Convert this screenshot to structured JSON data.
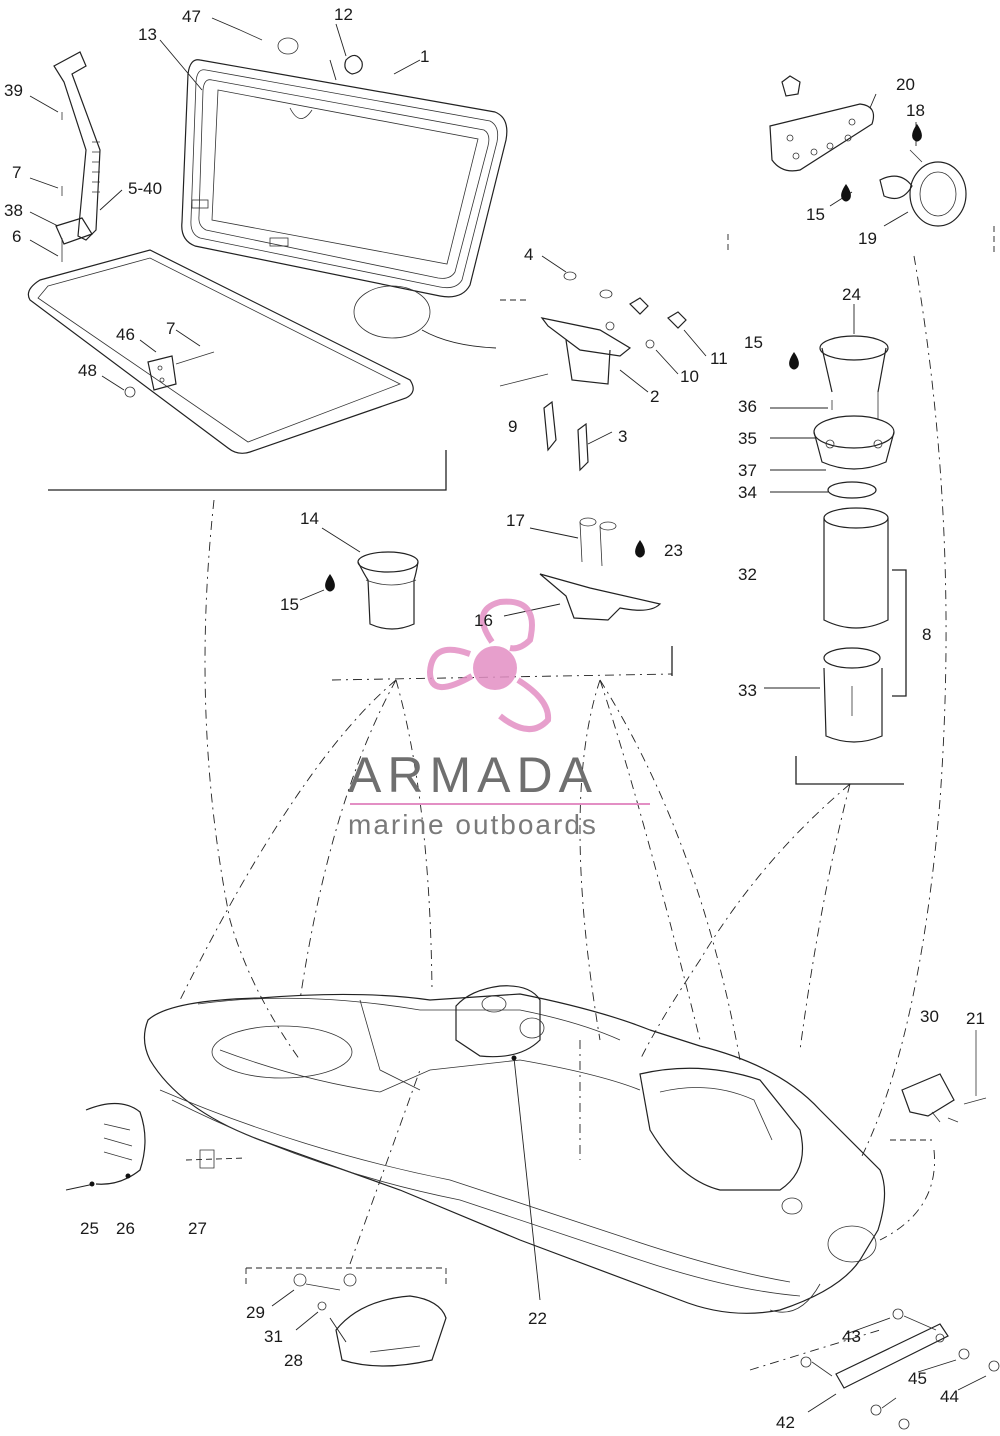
{
  "watermark": {
    "brand": "ARMADA",
    "tagline": "marine outboards",
    "accent_color": "#e38fc4",
    "text_color": "#6f6f6f"
  },
  "callouts": [
    {
      "id": "c47",
      "label": "47"
    },
    {
      "id": "c12",
      "label": "12"
    },
    {
      "id": "c13",
      "label": "13"
    },
    {
      "id": "c1",
      "label": "1"
    },
    {
      "id": "c39",
      "label": "39"
    },
    {
      "id": "c7a",
      "label": "7"
    },
    {
      "id": "c5-40",
      "label": "5-40"
    },
    {
      "id": "c38",
      "label": "38"
    },
    {
      "id": "c6",
      "label": "6"
    },
    {
      "id": "c46",
      "label": "46"
    },
    {
      "id": "c7b",
      "label": "7"
    },
    {
      "id": "c48",
      "label": "48"
    },
    {
      "id": "c20",
      "label": "20"
    },
    {
      "id": "c18",
      "label": "18"
    },
    {
      "id": "c15a",
      "label": "15"
    },
    {
      "id": "c19",
      "label": "19"
    },
    {
      "id": "c4",
      "label": "4"
    },
    {
      "id": "c11",
      "label": "11"
    },
    {
      "id": "c10",
      "label": "10"
    },
    {
      "id": "c2",
      "label": "2"
    },
    {
      "id": "c9",
      "label": "9"
    },
    {
      "id": "c3",
      "label": "3"
    },
    {
      "id": "c24",
      "label": "24"
    },
    {
      "id": "c15b",
      "label": "15"
    },
    {
      "id": "c36",
      "label": "36"
    },
    {
      "id": "c35",
      "label": "35"
    },
    {
      "id": "c37",
      "label": "37"
    },
    {
      "id": "c34",
      "label": "34"
    },
    {
      "id": "c14",
      "label": "14"
    },
    {
      "id": "c15c",
      "label": "15"
    },
    {
      "id": "c17",
      "label": "17"
    },
    {
      "id": "c23",
      "label": "23"
    },
    {
      "id": "c16",
      "label": "16"
    },
    {
      "id": "c32",
      "label": "32"
    },
    {
      "id": "c8",
      "label": "8"
    },
    {
      "id": "c33",
      "label": "33"
    },
    {
      "id": "c30",
      "label": "30"
    },
    {
      "id": "c21",
      "label": "21"
    },
    {
      "id": "c25",
      "label": "25"
    },
    {
      "id": "c26",
      "label": "26"
    },
    {
      "id": "c27",
      "label": "27"
    },
    {
      "id": "c29",
      "label": "29"
    },
    {
      "id": "c31",
      "label": "31"
    },
    {
      "id": "c28",
      "label": "28"
    },
    {
      "id": "c22",
      "label": "22"
    },
    {
      "id": "c43",
      "label": "43"
    },
    {
      "id": "c45",
      "label": "45"
    },
    {
      "id": "c44",
      "label": "44"
    },
    {
      "id": "c42",
      "label": "42"
    }
  ]
}
